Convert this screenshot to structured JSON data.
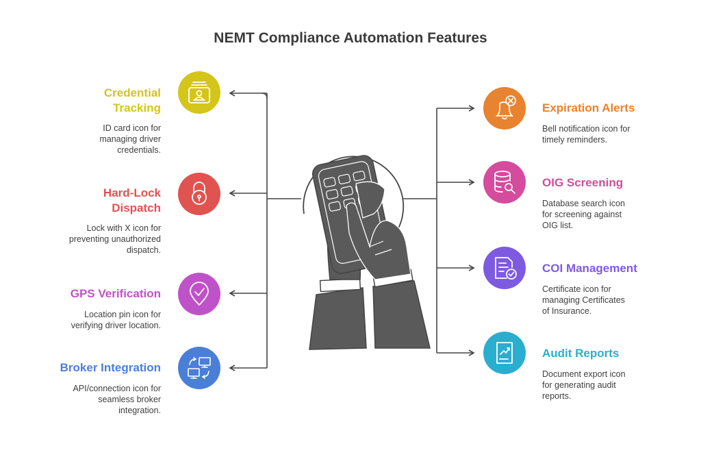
{
  "title": "NEMT Compliance Automation Features",
  "colors": {
    "credential": "#d4c51b",
    "hardlock": "#e05350",
    "gps": "#c052c9",
    "broker": "#4a7fd8",
    "expiration": "#e8832f",
    "oig": "#d54b9d",
    "coi": "#7e5ae0",
    "audit": "#2aaed0",
    "lines": "#444444",
    "hand": "#5a5a5a"
  },
  "left": [
    {
      "icon": "id-card-icon",
      "heading_lines": [
        "Credential",
        "Tracking"
      ],
      "desc_lines": [
        "ID card icon for",
        "managing driver",
        "credentials."
      ]
    },
    {
      "icon": "padlock-icon",
      "heading_lines": [
        "Hard-Lock",
        "Dispatch"
      ],
      "desc_lines": [
        "Lock with X icon for",
        "preventing unauthorized",
        "dispatch."
      ]
    },
    {
      "icon": "location-pin-check-icon",
      "heading_lines": [
        "GPS Verification"
      ],
      "desc_lines": [
        "Location pin icon for",
        "verifying driver location."
      ]
    },
    {
      "icon": "computers-connection-icon",
      "heading_lines": [
        "Broker Integration"
      ],
      "desc_lines": [
        "API/connection icon for",
        "seamless broker",
        "integration."
      ]
    }
  ],
  "right": [
    {
      "icon": "bell-x-icon",
      "heading_lines": [
        "Expiration Alerts"
      ],
      "desc_lines": [
        "Bell notification icon for",
        "timely reminders."
      ]
    },
    {
      "icon": "database-search-icon",
      "heading_lines": [
        "OIG Screening"
      ],
      "desc_lines": [
        "Database search icon",
        "for screening against",
        "OIG list."
      ]
    },
    {
      "icon": "certificate-check-icon",
      "heading_lines": [
        "COI Management"
      ],
      "desc_lines": [
        "Certificate icon for",
        "managing Certificates",
        "of Insurance."
      ]
    },
    {
      "icon": "document-chart-icon",
      "heading_lines": [
        "Audit Reports"
      ],
      "desc_lines": [
        "Document export icon",
        "for generating audit",
        "reports."
      ]
    }
  ]
}
